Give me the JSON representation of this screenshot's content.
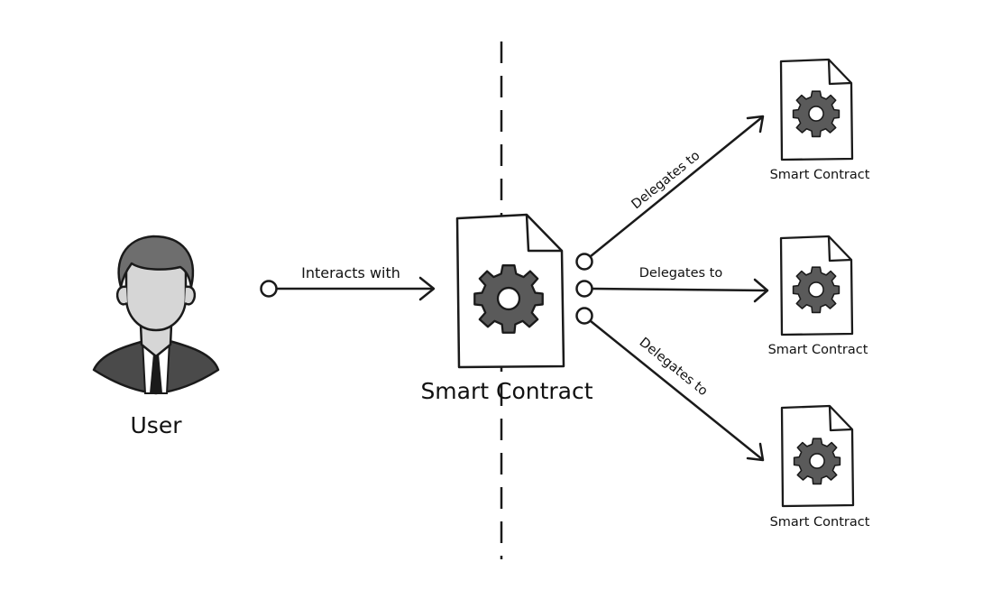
{
  "user": {
    "label": "User"
  },
  "interaction": {
    "label": "Interacts with"
  },
  "main_contract": {
    "label": "Smart Contract"
  },
  "delegations": [
    {
      "label": "Delegates to",
      "target_label": "Smart Contract"
    },
    {
      "label": "Delegates to",
      "target_label": "Smart Contract"
    },
    {
      "label": "Delegates to",
      "target_label": "Smart Contract"
    }
  ],
  "colors": {
    "ink": "#1a1a1a",
    "gear": "#5a5a5a",
    "avatar_face": "#d6d6d6",
    "avatar_hair": "#6e6e6e",
    "avatar_suit": "#4a4a4a"
  }
}
